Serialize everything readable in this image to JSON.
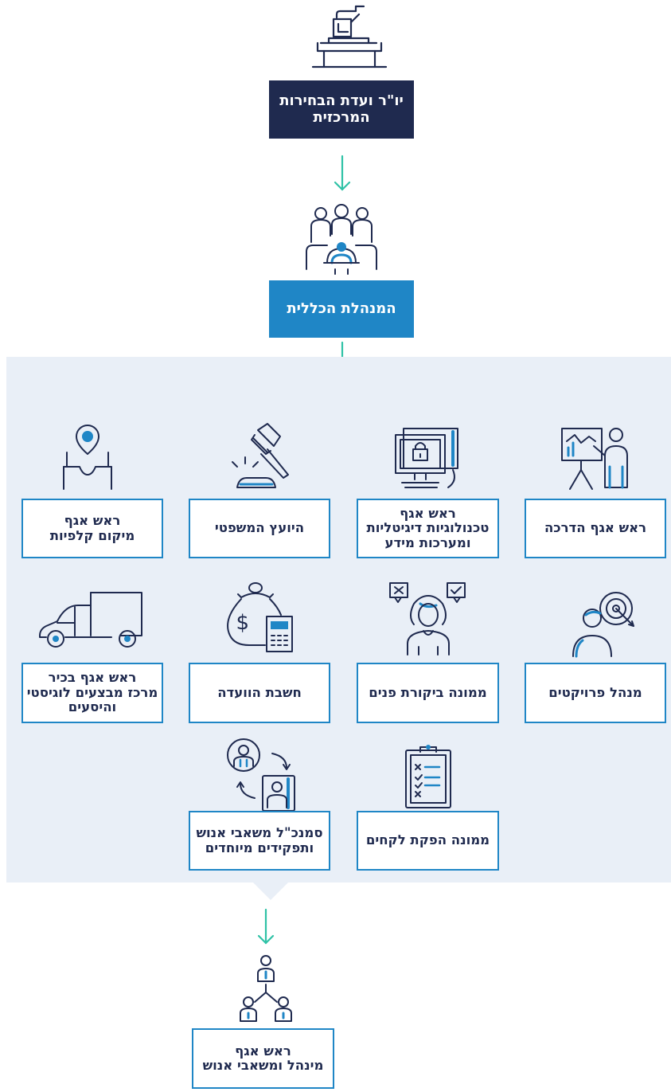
{
  "colors": {
    "navy": "#1f2a4f",
    "blue": "#1f86c6",
    "teal_arrow": "#2fc2a6",
    "panel_bg": "#e9eff7"
  },
  "top": {
    "chairman": {
      "line1": "יו\"ר ועדת הבחירות",
      "line2": "המרכזית",
      "icon": "ballot-box-icon"
    },
    "management": {
      "label": "המנהלת הכללית",
      "icon": "management-meeting-icon"
    }
  },
  "units": [
    {
      "id": "unit-training",
      "lines": [
        "ראש אגף הדרכה"
      ],
      "icon": "presentation-board-icon"
    },
    {
      "id": "unit-tech",
      "lines": [
        "ראש אגף",
        "טכנולוגיות דיגיטליות",
        "ומערכות מידע"
      ],
      "icon": "computer-lock-icon"
    },
    {
      "id": "unit-legal",
      "lines": [
        "היועץ המשפטי"
      ],
      "icon": "gavel-icon"
    },
    {
      "id": "unit-polling",
      "lines": [
        "ראש אגף",
        "מיקום קלפיות"
      ],
      "icon": "location-ballot-icon"
    },
    {
      "id": "unit-projects",
      "lines": [
        "מנהל פרויקטים"
      ],
      "icon": "target-person-icon"
    },
    {
      "id": "unit-audit",
      "lines": [
        "ממונה ביקורת פנים"
      ],
      "icon": "auditor-check-icon"
    },
    {
      "id": "unit-accountant",
      "lines": [
        "חשבת הוועדה"
      ],
      "icon": "money-calculator-icon"
    },
    {
      "id": "unit-logistics",
      "lines": [
        "ראש אגף בכיר",
        "מרכז מבצעים לוגיסטי",
        "והיסעים"
      ],
      "icon": "truck-icon"
    },
    {
      "id": "unit-procurement",
      "lines": [
        "ממונה הפקת לקחים"
      ],
      "icon": "clipboard-checklist-icon"
    },
    {
      "id": "unit-hr-deputy",
      "lines": [
        "סמנכ\"ל משאבי אנוש",
        "ותפקידים מיוחדים"
      ],
      "icon": "people-exchange-icon"
    }
  ],
  "bottom": {
    "lines": [
      "ראש אגף",
      "מינהל ומשאבי אנוש"
    ],
    "icon": "org-hierarchy-icon"
  }
}
